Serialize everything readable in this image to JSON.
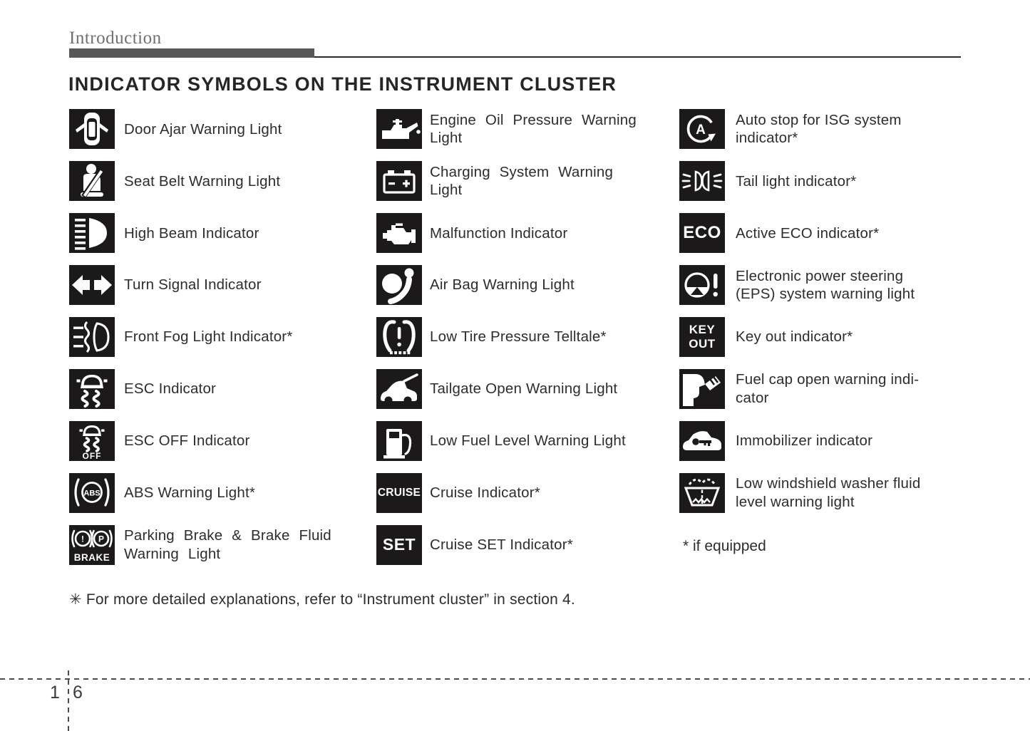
{
  "page": {
    "header": "Introduction",
    "title": "INDICATOR SYMBOLS ON THE INSTRUMENT CLUSTER",
    "footnote": "* if equipped",
    "note": "✳ For more detailed explanations, refer to “Instrument cluster” in section 4.",
    "page_number": {
      "chapter": "1",
      "page": "6"
    }
  },
  "colors": {
    "icon_background": "#1c191a",
    "body_text": "#2e2c2d",
    "header_bar": "#57585a",
    "header_text": "#6f6f6f"
  },
  "columns": [
    {
      "rows": [
        {
          "icon": "door-ajar",
          "label": "Door Ajar Warning Light"
        },
        {
          "icon": "seat-belt",
          "label": "Seat Belt Warning Light"
        },
        {
          "icon": "high-beam",
          "label": "High Beam Indicator"
        },
        {
          "icon": "turn-signal",
          "label": "Turn Signal Indicator"
        },
        {
          "icon": "front-fog-light",
          "label": "Front Fog Light Indicator*"
        },
        {
          "icon": "esc",
          "label": "ESC Indicator"
        },
        {
          "icon": "esc-off",
          "label": "ESC OFF Indicator",
          "icon_text": "OFF"
        },
        {
          "icon": "abs",
          "label": "ABS Warning Light*",
          "icon_text": "ABS"
        },
        {
          "icon": "parking-brake",
          "label": "Parking Brake & Brake Fluid\nWarning Light",
          "icon_text": "BRAKE",
          "icon_marks": [
            "!",
            "P"
          ]
        }
      ]
    },
    {
      "rows": [
        {
          "icon": "engine-oil-pressure",
          "label": "Engine Oil Pressure Warning\nLight"
        },
        {
          "icon": "charging-system",
          "label": "Charging System Warning\nLight"
        },
        {
          "icon": "malfunction",
          "label": "Malfunction Indicator"
        },
        {
          "icon": "air-bag",
          "label": "Air Bag Warning Light"
        },
        {
          "icon": "low-tire-pressure",
          "label": "Low Tire Pressure Telltale*"
        },
        {
          "icon": "tailgate-open",
          "label": "Tailgate Open Warning Light"
        },
        {
          "icon": "low-fuel-level",
          "label": "Low Fuel Level Warning Light"
        },
        {
          "icon": "cruise",
          "label": "Cruise Indicator*",
          "icon_text": "CRUISE"
        },
        {
          "icon": "cruise-set",
          "label": "Cruise SET Indicator*",
          "icon_text": "SET"
        }
      ]
    },
    {
      "rows": [
        {
          "icon": "isg-auto-stop",
          "label": "Auto stop for ISG system\nindicator*",
          "icon_text": "A"
        },
        {
          "icon": "tail-light",
          "label": "Tail light indicator*"
        },
        {
          "icon": "active-eco",
          "label": "Active ECO indicator*",
          "icon_text": "ECO"
        },
        {
          "icon": "eps-warning",
          "label": "Electronic power steering\n(EPS) system warning light"
        },
        {
          "icon": "key-out",
          "label": "Key out indicator*",
          "icon_text": "KEY\nOUT"
        },
        {
          "icon": "fuel-cap-open",
          "label": "Fuel cap open warning indi-\ncator"
        },
        {
          "icon": "immobilizer",
          "label": "Immobilizer indicator"
        },
        {
          "icon": "washer-fluid",
          "label": "Low windshield washer fluid\nlevel warning light"
        }
      ]
    }
  ]
}
